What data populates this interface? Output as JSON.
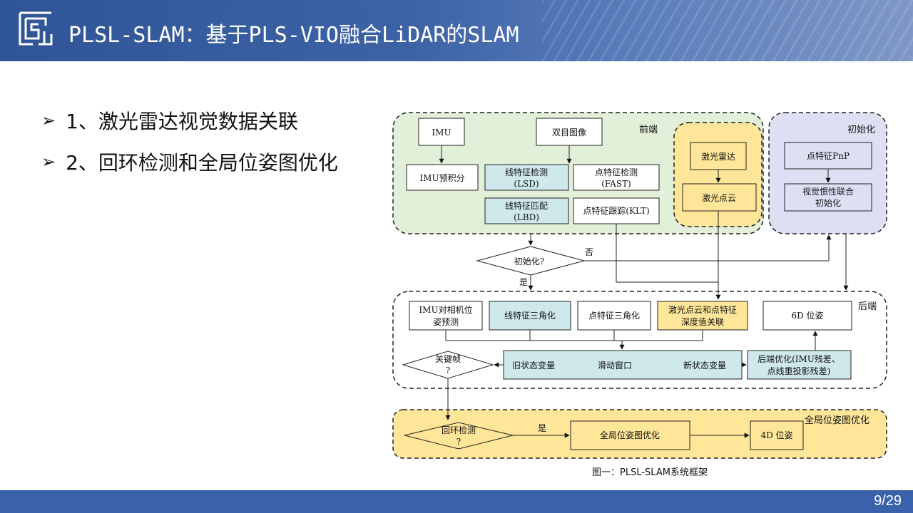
{
  "slide": {
    "title": "PLSL-SLAM：基于PLS-VIO融合LiDAR的SLAM",
    "bullets": [
      "1、激光雷达视觉数据关联",
      "2、回环检测和全局位姿图优化"
    ],
    "caption": "图一：PLSL-SLAM系统框架",
    "page": "9/29"
  },
  "diagram": {
    "groups": {
      "frontend": "前端",
      "init": "初始化",
      "backend": "后端",
      "global": "全局位姿图优化"
    },
    "nodes": {
      "imu": "IMU",
      "stereo": "双目图像",
      "imu_preint": "IMU预积分",
      "line_detect_1": "线特征检测",
      "line_detect_2": "(LSD)",
      "point_detect_1": "点特征检测",
      "point_detect_2": "(FAST)",
      "line_match_1": "线特征匹配",
      "line_match_2": "(LBD)",
      "point_track": "点特征跟踪(KLT)",
      "lidar": "激光雷达",
      "lidar_cloud": "激光点云",
      "pnp": "点特征PnP",
      "vi_init_1": "视觉惯性联合",
      "vi_init_2": "初始化",
      "init_q": "初始化?",
      "no": "否",
      "yes": "是",
      "imu_pose_1": "IMU对相机位",
      "imu_pose_2": "姿预测",
      "line_tri": "线特征三角化",
      "point_tri": "点特征三角化",
      "depth_1": "激光点云和点特征",
      "depth_2": "深度值关联",
      "pose6d": "6D 位姿",
      "keyframe_1": "关键帧",
      "keyframe_2": "?",
      "old_state": "旧状态变量",
      "sliding": "滑动窗口",
      "new_state": "新状态变量",
      "backopt_1": "后端优化(IMU残差、",
      "backopt_2": "点线重投影残差)",
      "loop_1": "回环检测",
      "loop_2": "?",
      "loop_yes": "是",
      "global_opt": "全局位姿图优化",
      "pose4d": "4D 位姿"
    },
    "colors": {
      "frontend_bg": "#e2efd9",
      "init_bg": "#dedff3",
      "lidar_bg": "#ffe699",
      "global_bg": "#ffe699",
      "cyan_box": "#cfe8ec",
      "yellow_box": "#ffe699"
    }
  }
}
